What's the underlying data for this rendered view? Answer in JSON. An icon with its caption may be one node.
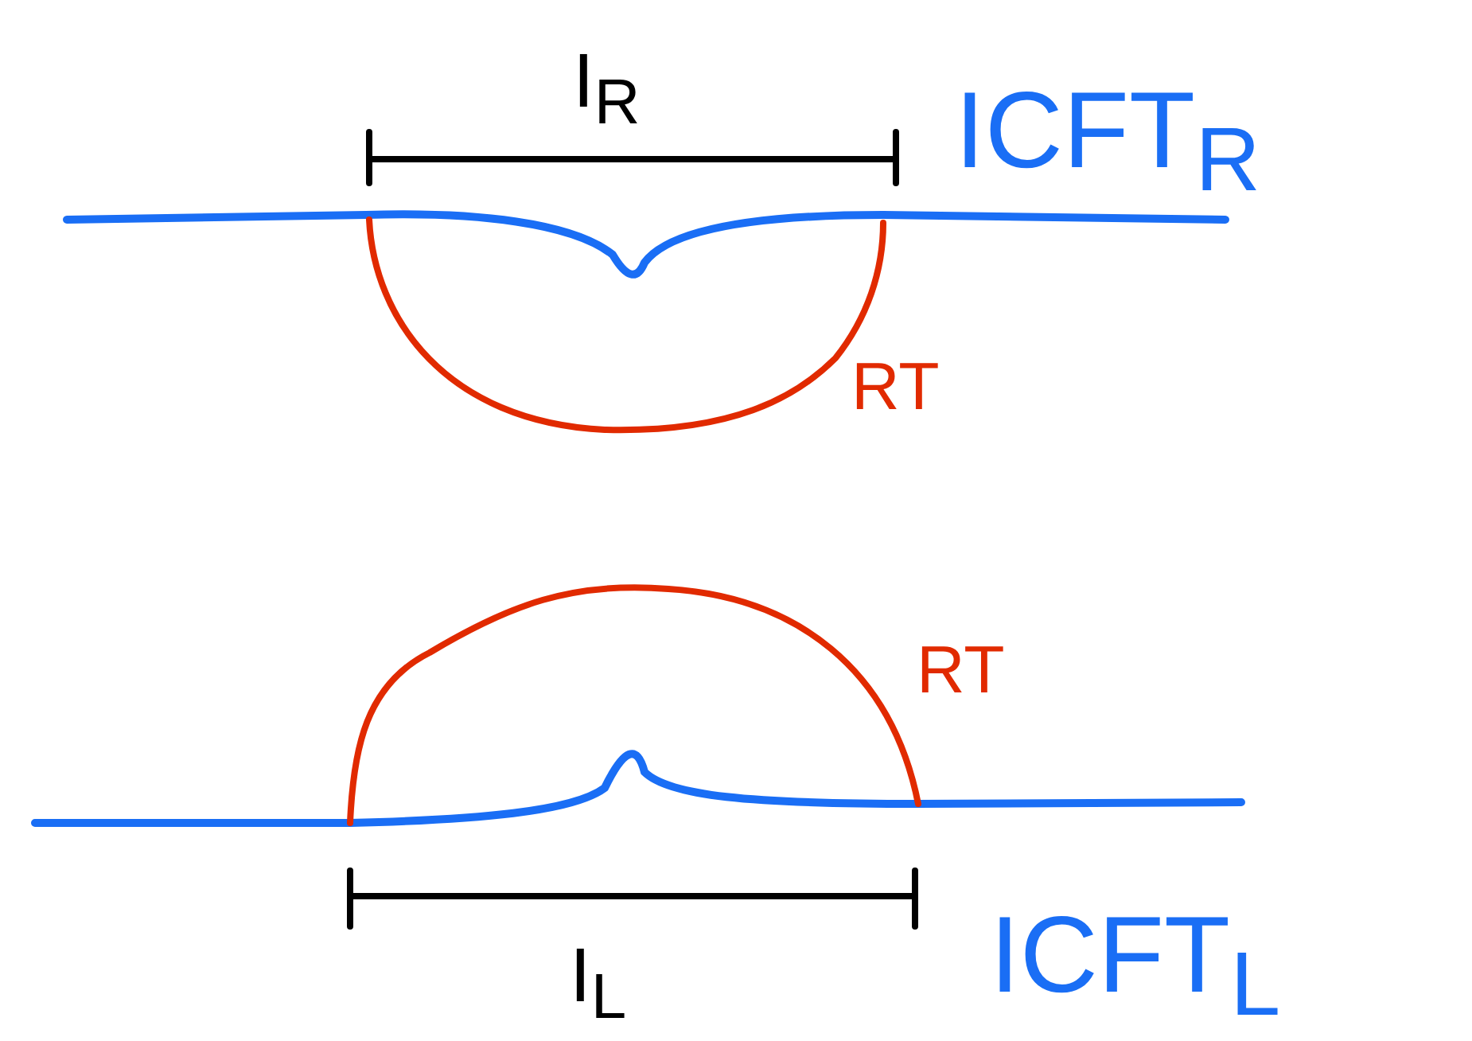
{
  "diagram": {
    "labels": [
      "I$_{R}$",
      "ICFT$_{R}$",
      "RT",
      "RT",
      "I$_{L}$",
      "ICFT$_{L}$"
    ]
  }
}
